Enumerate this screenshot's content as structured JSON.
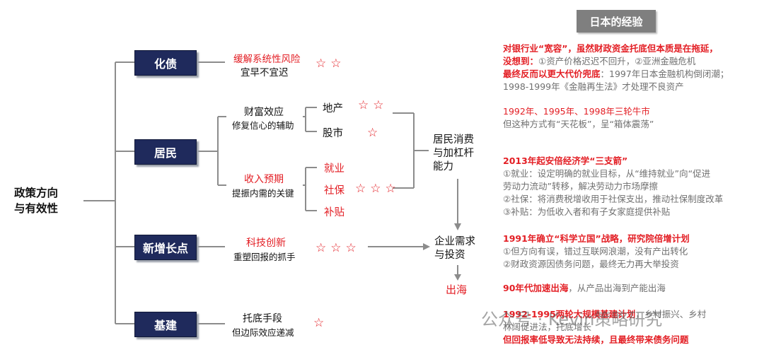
{
  "root": "政策方向\n与有效性",
  "header": "日本的经验",
  "branches": {
    "b1": "化债",
    "b2": "居民",
    "b3": "新增长点",
    "b4": "基建"
  },
  "b1": {
    "title": "缓解系统性风险",
    "sub": "宜早不宜迟",
    "stars": "☆☆"
  },
  "wealth": {
    "title": "财富效应",
    "sub": "修复信心的辅助"
  },
  "income": {
    "title": "收入预期",
    "sub": "提振内需的关键"
  },
  "leaves": {
    "l1": "地产",
    "l1_stars": "☆☆",
    "l2": "股市",
    "l2_stars": "☆",
    "l3": "就业",
    "l4": "社保",
    "l4_stars": "☆☆☆",
    "l5": "补贴"
  },
  "consume": "居民消费\n与加杠杆\n能力",
  "demand": "企业需求\n与投资",
  "overseas": "出海",
  "b3": {
    "title": "科技创新",
    "sub": "重塑回报的抓手",
    "stars": "☆☆☆"
  },
  "b4": {
    "title": "托底手段",
    "sub": "但边际效应递减",
    "stars": "☆"
  },
  "notes": {
    "n1a_red": "对银行业“宽容”，虽然财政资金托底但本质是在拖延，",
    "n1b_red": "没想到：",
    "n1b_gray": "①资产价格迟迟不回升，②亚洲金融危机",
    "n1c_red": "最终反而以更大代价兜底",
    "n1c_gray": "：1997年日本金融机构倒闭潮；",
    "n1d_gray": "1998-1999年《金融再生法》才处理不良资产",
    "n2a_red": "1992年、1995年、1998年三轮牛市",
    "n2b_gray": "但这种方式有“天花板”，呈“箱体震荡”",
    "n3a_red": "2013年起安倍经济学“三支箭”",
    "n3b_gray": "①就业：设定明确的就业目标，从“维持就业”向“促进",
    "n3c_gray": "劳动力流动”转移，解决劳动力市场摩擦",
    "n3d_gray": "②社保：将消费税增收用于社保支出，推动社保制度改革",
    "n3e_gray": "③补贴：为低收入者和有子女家庭提供补贴",
    "n4a_red": "1991年确立“科学立国”战略，研究院倍增计划",
    "n4b_gray": "①但方向有误，错过互联网浪潮，没有产出转化",
    "n4c_gray": "②财政资源因债务问题，最终无力再大举投资",
    "n5_red": "90年代加速出海",
    "n5_gray": "，从产品出海到产能出海",
    "n6a_red": "1992-1995两轮大规模基建计划",
    "n6a_gray": "，乡村振兴、乡村",
    "n6b_gray": "林阔促进法，托底增长",
    "n6c_red": "但回报率低导致无法持续，且最终带来债务问题"
  },
  "watermark": "公众号 · Kevin策略研究"
}
